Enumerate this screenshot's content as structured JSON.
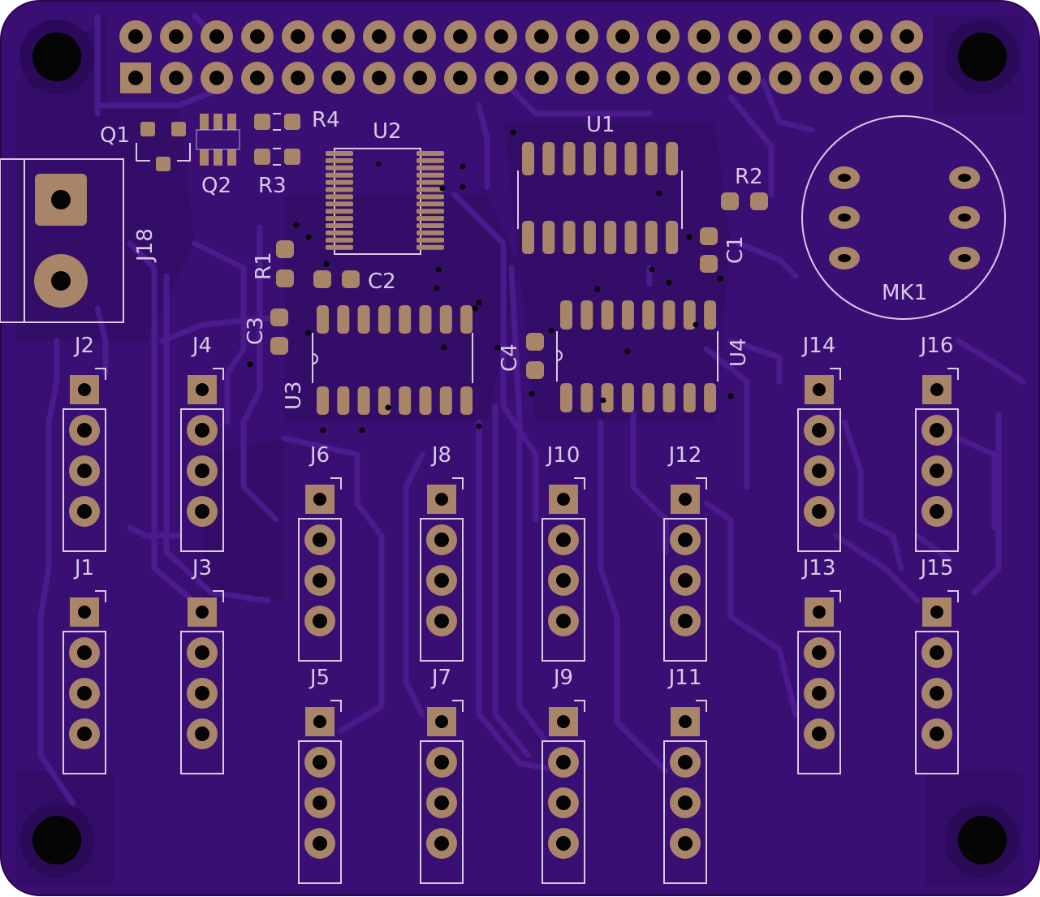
{
  "colors": {
    "board": "#3a0f73",
    "board_dark": "#2d0a5c",
    "trace": "#4a1a8a",
    "copper": "#a88468",
    "silkscreen": "#d9c9e8",
    "hole": "#050505"
  },
  "labels": {
    "q1": "Q1",
    "q2": "Q2",
    "r1": "R1",
    "r2": "R2",
    "r3": "R3",
    "r4": "R4",
    "u1": "U1",
    "u2": "U2",
    "u3": "U3",
    "u4": "U4",
    "c1": "C1",
    "c2": "C2",
    "c3": "C3",
    "c4": "C4",
    "j18": "J18",
    "mk1": "MK1",
    "j1": "J1",
    "j2": "J2",
    "j3": "J3",
    "j4": "J4",
    "j5": "J5",
    "j6": "J6",
    "j7": "J7",
    "j8": "J8",
    "j9": "J9",
    "j10": "J10",
    "j11": "J11",
    "j12": "J12",
    "j13": "J13",
    "j14": "J14",
    "j15": "J15",
    "j16": "J16"
  }
}
